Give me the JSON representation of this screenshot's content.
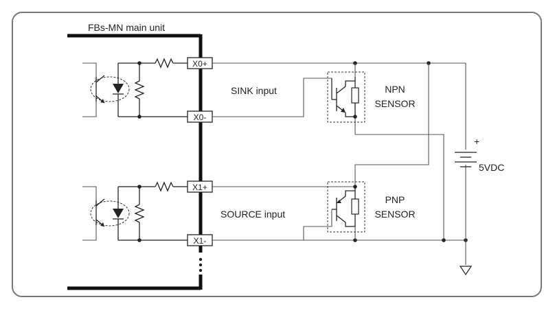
{
  "unit_label": "FBs-MN main unit",
  "terminals": {
    "x0_plus": "X0+",
    "x0_minus": "X0-",
    "x1_plus": "X1+",
    "x1_minus": "X1-"
  },
  "sink_label": "SINK input",
  "source_label": "SOURCE input",
  "npn_sensor": {
    "line1": "NPN",
    "line2": "SENSOR"
  },
  "pnp_sensor": {
    "line1": "PNP",
    "line2": "SENSOR"
  },
  "supply": {
    "plus": "+",
    "voltage": "5VDC"
  },
  "colors": {
    "frame": "#777777",
    "wire": "#222222",
    "bus": "#111111"
  }
}
